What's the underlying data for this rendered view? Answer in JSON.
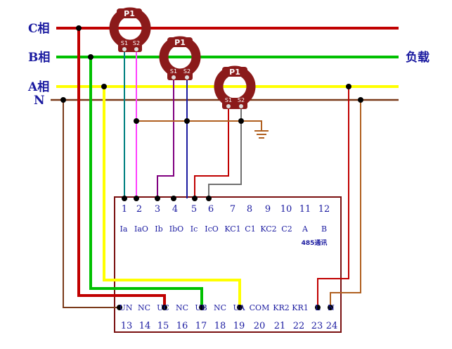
{
  "phases": {
    "c": "C相",
    "b": "B相",
    "a": "A相",
    "n": "N"
  },
  "load": "负载",
  "ct_label": "P1",
  "ct_s1": "S1",
  "ct_s2": "S2",
  "top_terminals": {
    "numbers": [
      "1",
      "2",
      "3",
      "4",
      "5",
      "6",
      "7",
      "8",
      "9",
      "10",
      "11",
      "12"
    ],
    "labels": [
      "Ia",
      "IaO",
      "Ib",
      "IbO",
      "Ic",
      "IcO",
      "KC1",
      "C1",
      "KC2",
      "C2",
      "A",
      "B"
    ]
  },
  "comm_note": "485通讯",
  "bottom_terminals": {
    "numbers": [
      "13",
      "14",
      "15",
      "16",
      "17",
      "18",
      "19",
      "20",
      "21",
      "22",
      "23",
      "24"
    ],
    "labels": [
      "UN",
      "NC",
      "UC",
      "NC",
      "UB",
      "NC",
      "UA",
      "COM",
      "KR2",
      "KR1",
      "L",
      "N"
    ]
  },
  "colors": {
    "phase_c": "#c00000",
    "phase_b": "#00c000",
    "phase_a": "#ffff00",
    "neutral": "#7a3a1a",
    "ct_body": "#8b1a1a",
    "ground": "#b06020",
    "text": "#1a1aa0"
  }
}
